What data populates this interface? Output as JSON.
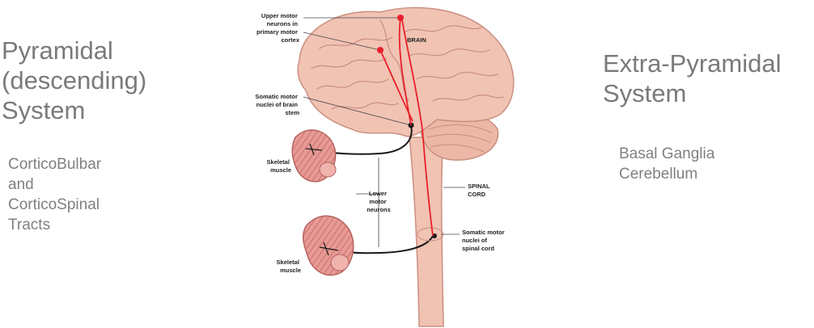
{
  "left": {
    "heading_lines": [
      "Pyramidal",
      "(descending)",
      "System"
    ],
    "sub_lines": [
      "CorticoBulbar",
      "and",
      "CorticoSpinal",
      "Tracts"
    ]
  },
  "right": {
    "heading_lines": [
      "Extra-Pyramidal",
      "System"
    ],
    "sub_lines": [
      "Basal Ganglia",
      "Cerebellum"
    ]
  },
  "diagram": {
    "labels": {
      "upper_motor": [
        "Upper motor",
        "neurons in",
        "primary motor",
        "cortex"
      ],
      "brain": "BRAIN",
      "brainstem_nuclei": [
        "Somatic motor",
        "nuclei of brain",
        "stem"
      ],
      "skeletal_muscle_top": [
        "Skeletal",
        "muscle"
      ],
      "lower_motor": [
        "Lower",
        "motor",
        "neurons"
      ],
      "spinal_cord": [
        "SPINAL",
        "CORD"
      ],
      "spinal_nuclei": [
        "Somatic motor",
        "nuclei of",
        "spinal cord"
      ],
      "skeletal_muscle_bottom": [
        "Skeletal",
        "muscle"
      ]
    },
    "colors": {
      "brain_fill": "#f1c3b3",
      "brain_stroke": "#c98f80",
      "pathway": "#e8202a",
      "nerve": "#1a1a1a",
      "muscle_fill": "#e79a95",
      "muscle_stroke": "#b5625e"
    }
  }
}
